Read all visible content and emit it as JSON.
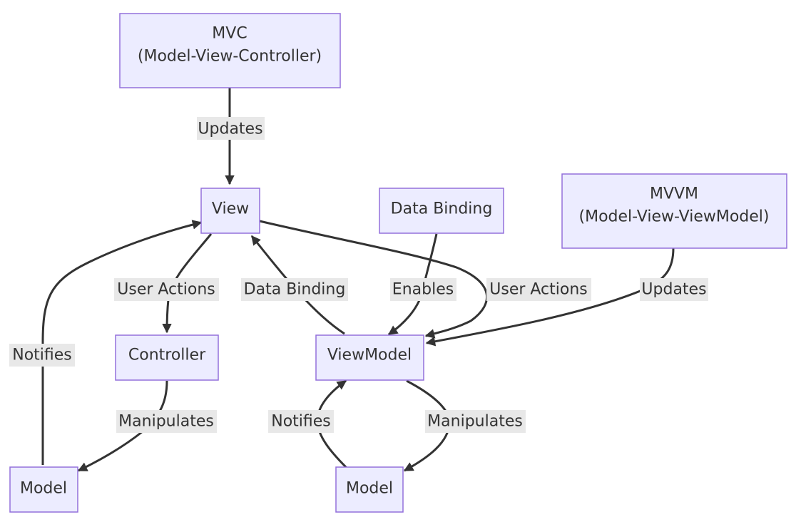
{
  "nodes": {
    "mvc": {
      "line1": "MVC",
      "line2": "(Model-View-Controller)"
    },
    "view": {
      "label": "View"
    },
    "data_binding": {
      "label": "Data Binding"
    },
    "mvvm": {
      "line1": "MVVM",
      "line2": "(Model-View-ViewModel)"
    },
    "controller": {
      "label": "Controller"
    },
    "viewmodel": {
      "label": "ViewModel"
    },
    "model_mvc": {
      "label": "Model"
    },
    "model_mvvm": {
      "label": "Model"
    }
  },
  "edges": {
    "mvc_updates": "Updates",
    "view_user_actions_controller": "User Actions",
    "viewmodel_data_binding_view": "Data Binding",
    "data_binding_enables": "Enables",
    "view_user_actions_viewmodel": "User Actions",
    "mvvm_updates": "Updates",
    "model_notifies_view": "Notifies",
    "controller_manipulates": "Manipulates",
    "model_notifies_viewmodel": "Notifies",
    "viewmodel_manipulates": "Manipulates"
  },
  "colors": {
    "node_fill": "#ececff",
    "node_stroke": "#9370db",
    "edge_stroke": "#333333",
    "label_background": "#e8e8e8",
    "text": "#333333"
  }
}
